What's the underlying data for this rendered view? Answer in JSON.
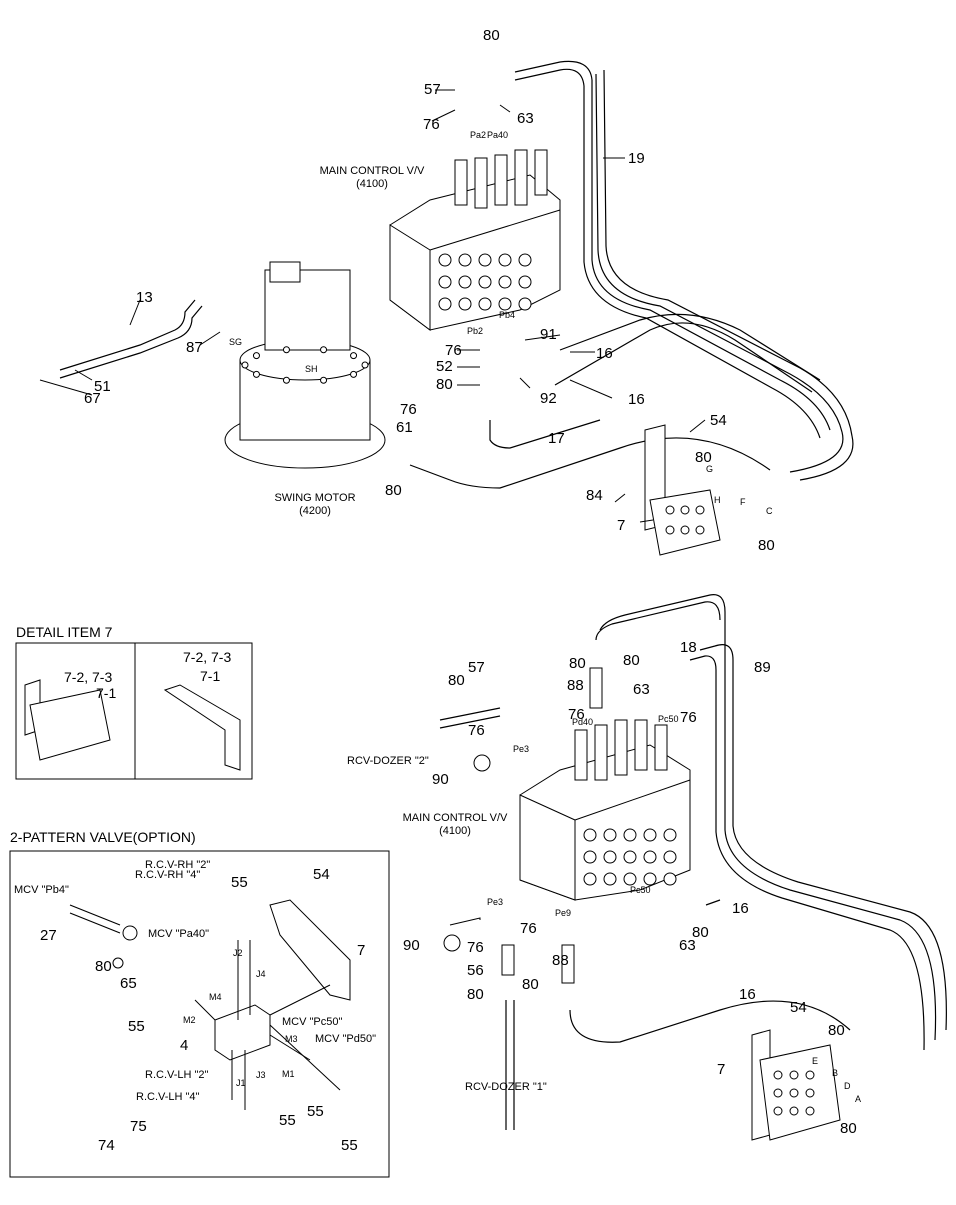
{
  "top": {
    "mcv_title": "MAIN CONTROL V/V",
    "mcv_code": "(4100)",
    "motor_title": "SWING MOTOR",
    "motor_code": "(4200)",
    "callouts": [
      "80",
      "57",
      "63",
      "76",
      "19",
      "13",
      "87",
      "51",
      "67",
      "91",
      "52",
      "80",
      "92",
      "76",
      "61",
      "80",
      "17",
      "54",
      "84",
      "7",
      "80",
      "80",
      "16",
      "16",
      "76"
    ],
    "port_labels": [
      "Pa2",
      "Pa40",
      "Pb2",
      "Pb4",
      "SG",
      "SH",
      "G",
      "H",
      "F",
      "C"
    ]
  },
  "detail": {
    "title": "DETAIL ITEM 7",
    "left_labels": [
      "7-2, 7-3",
      "7-1"
    ],
    "right_labels": [
      "7-2, 7-3",
      "7-1"
    ]
  },
  "pattern": {
    "title": "2-PATTERN VALVE(OPTION)",
    "labels": [
      "MCV \"Pb4\"",
      "MCV \"Pa40\"",
      "MCV \"Pc50\"",
      "MCV \"Pd50\"",
      "R.C.V-RH \"2\"",
      "R.C.V-RH \"4\"",
      "R.C.V-LH \"2\"",
      "R.C.V-LH \"4\""
    ],
    "callouts": [
      "55",
      "54",
      "27",
      "80",
      "65",
      "7",
      "55",
      "4",
      "55",
      "74",
      "75",
      "55",
      "55"
    ],
    "ports": [
      "J2",
      "J4",
      "M4",
      "M2",
      "M3",
      "M1",
      "J1",
      "J3"
    ]
  },
  "bottom": {
    "mcv_title": "MAIN CONTROL V/V",
    "mcv_code": "(4100)",
    "rcv_dozer_2": "RCV-DOZER \"2\"",
    "rcv_dozer_1": "RCV-DOZER \"1\"",
    "callouts": [
      "80",
      "57",
      "80",
      "88",
      "63",
      "18",
      "80",
      "89",
      "76",
      "76",
      "76",
      "90",
      "16",
      "80",
      "90",
      "76",
      "76",
      "88",
      "56",
      "80",
      "80",
      "63",
      "16",
      "54",
      "80",
      "7",
      "80"
    ],
    "port_labels": [
      "Pd40",
      "Pc50",
      "Pe3",
      "Pe3",
      "Pe9",
      "Pc50",
      "E",
      "B",
      "D",
      "A"
    ]
  }
}
